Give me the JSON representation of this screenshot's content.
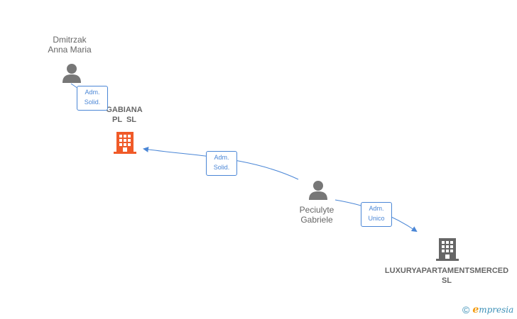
{
  "nodes": {
    "person_dmitrzak": {
      "line1": "Dmitrzak",
      "line2": "Anna Maria",
      "icon": "person-icon"
    },
    "company_gabiana": {
      "line1": "GABIANA",
      "line2": "PL  SL",
      "icon": "building-icon",
      "color": "#f05a28"
    },
    "person_peciulyte": {
      "line1": "Peciulyte",
      "line2": "Gabriele",
      "icon": "person-icon"
    },
    "company_luxury": {
      "line1": "LUXURYAPARTAMENTSMERCED",
      "line2": "SL",
      "icon": "building-icon",
      "color": "#666666"
    }
  },
  "relations": [
    {
      "line1": "Adm.",
      "line2": "Solid."
    },
    {
      "line1": "Adm.",
      "line2": "Solid."
    },
    {
      "line1": "Adm.",
      "line2": "Unico"
    }
  ],
  "colors": {
    "edge": "#4a86d6",
    "node_gray": "#666666",
    "accent": "#f05a28"
  },
  "footer": {
    "copyright_symbol": "©",
    "brand": "mpresia",
    "brand_initial": "e"
  }
}
